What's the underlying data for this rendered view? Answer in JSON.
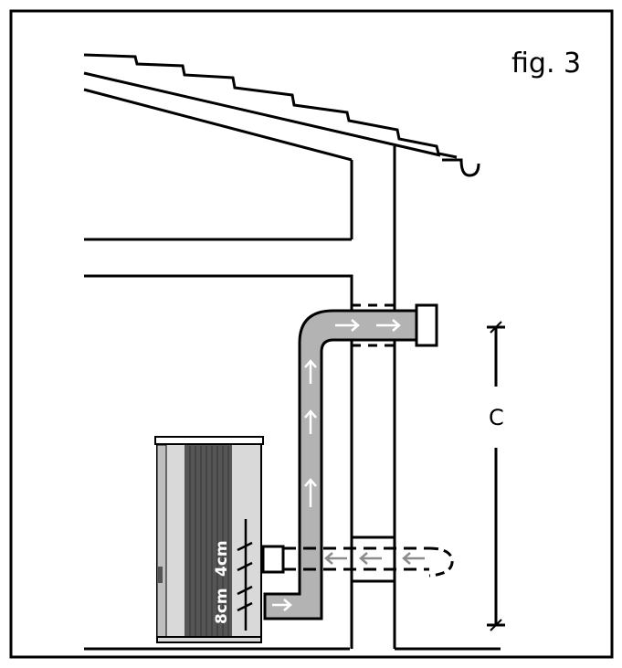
{
  "figure": {
    "label": "fig. 3"
  },
  "dimension": {
    "label": "C"
  },
  "stove": {
    "clearance_label_1": "8cm",
    "clearance_label_2": "4cm"
  },
  "colors": {
    "line": "#000000",
    "pipe_fill": "#b3b3b3",
    "stove_dark": "#555555",
    "stove_light": "#d9d9d9",
    "arrow_exhaust": "#ffffff",
    "arrow_intake": "#8c8c8c"
  },
  "flow": {
    "exhaust_arrow_icon": "white-arrow",
    "intake_arrow_icon": "gray-arrow-left"
  }
}
